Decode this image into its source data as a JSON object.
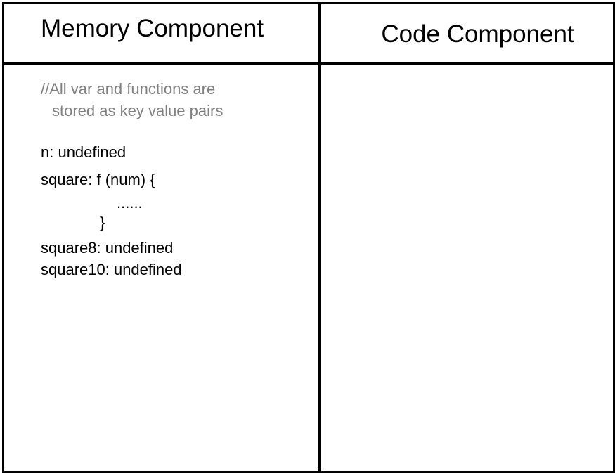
{
  "headers": {
    "memory": "Memory Component",
    "code": "Code Component"
  },
  "memory": {
    "comment_lines": [
      "//All var and functions are",
      "stored as key value pairs"
    ],
    "entries": {
      "n": "n: undefined",
      "square_open": "square: f (num) {",
      "square_body": "......",
      "square_close": "}",
      "square8": "square8: undefined",
      "square10": "square10: undefined"
    }
  },
  "code": {}
}
